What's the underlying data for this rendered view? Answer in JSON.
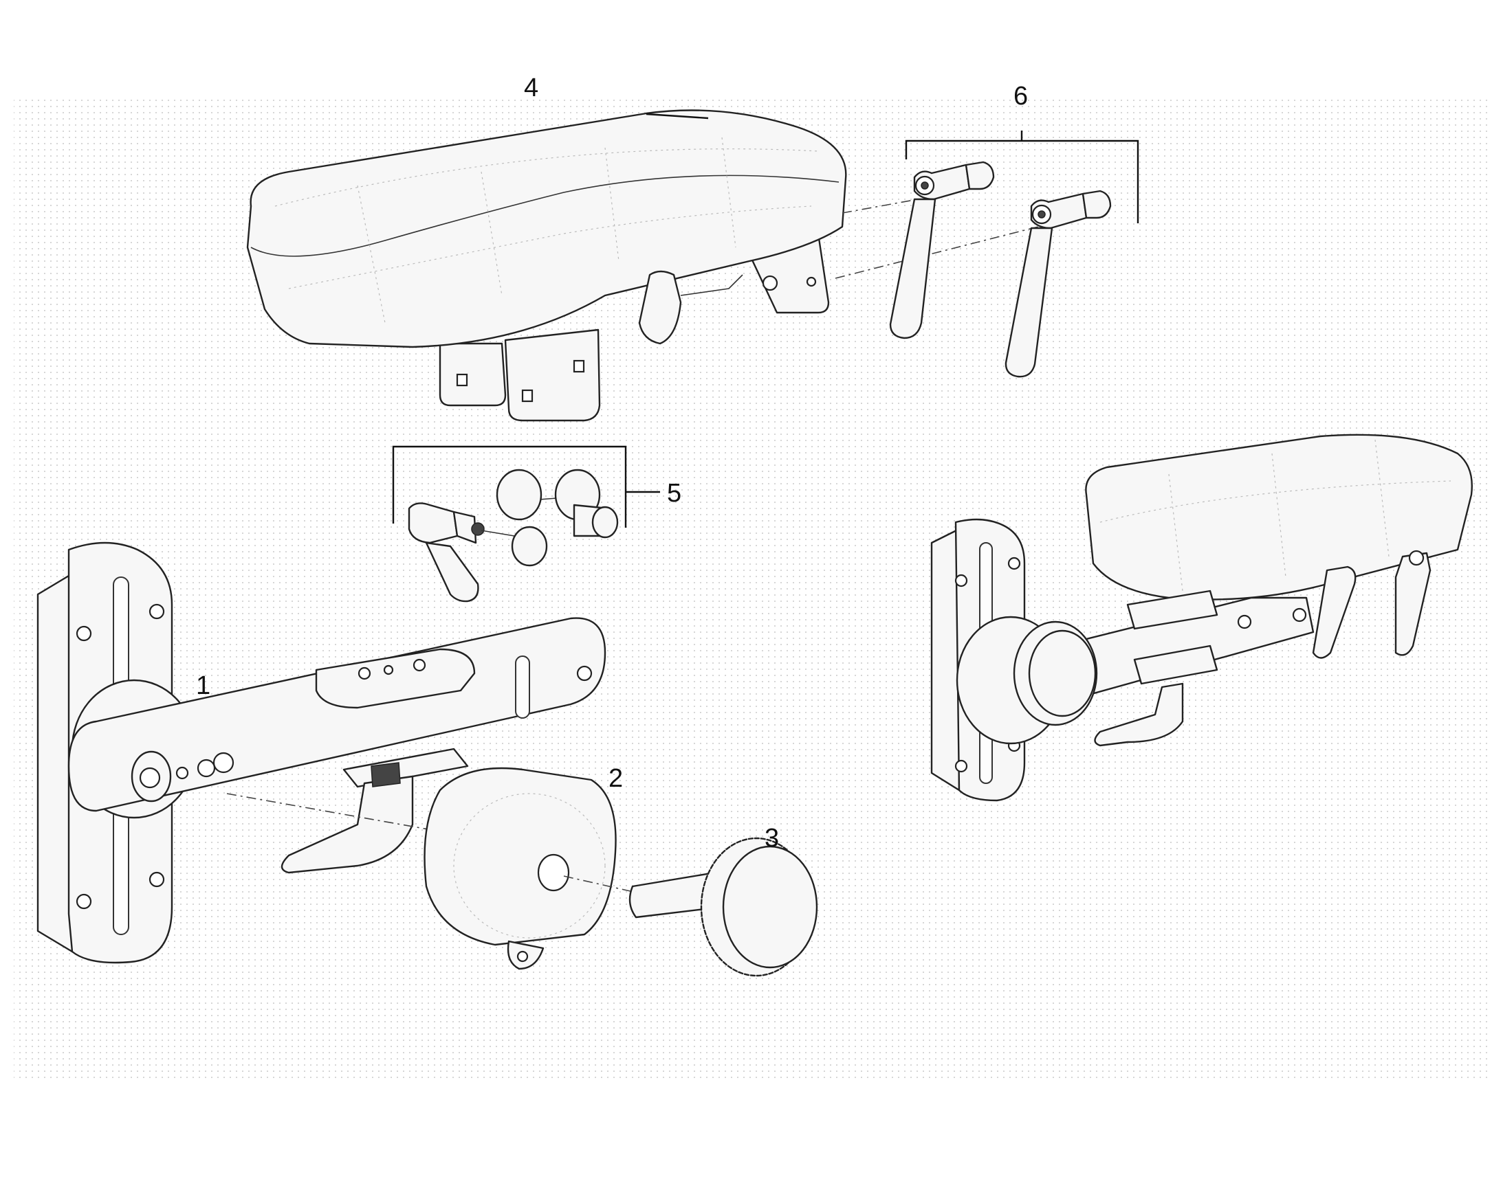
{
  "callouts": {
    "c1": "1",
    "c2": "2",
    "c3": "3",
    "c4": "4",
    "c5": "5",
    "c6": "6"
  },
  "parts": {
    "p1": "arm-bracket-assembly",
    "p2": "round-clamp-housing",
    "p3": "knurled-knob-screw",
    "p4": "armrest-pad",
    "p5": "lever-and-bolt-kit",
    "p6": "clamping-levers"
  }
}
